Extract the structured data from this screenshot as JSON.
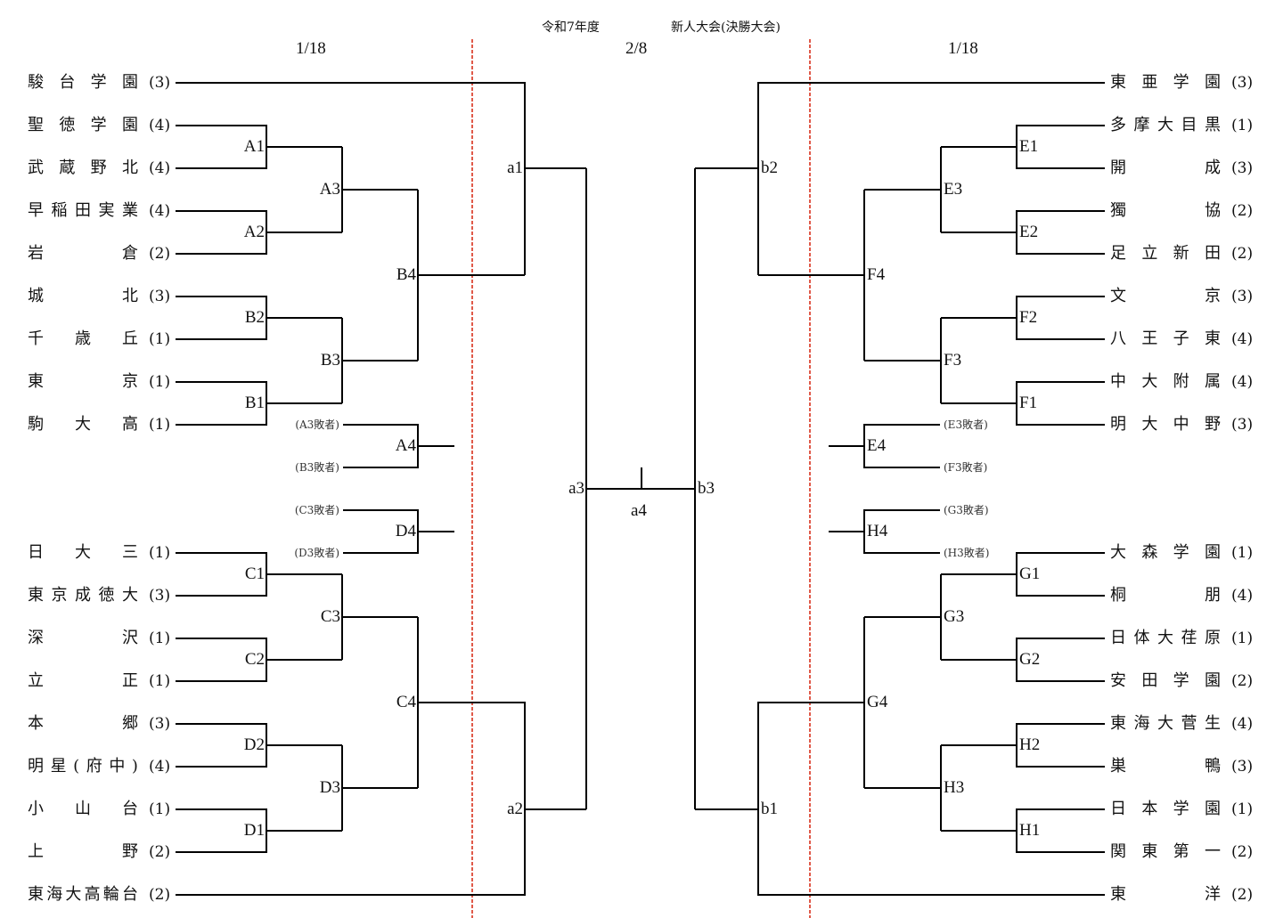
{
  "header": {
    "year": "令和7年度",
    "title": "新人大会(決勝大会)",
    "date_left": "1/18",
    "date_center": "2/8",
    "date_right": "1/18"
  },
  "colors": {
    "line": "#000000",
    "divider": "#d9301c"
  },
  "left_teams_top": [
    {
      "name": "駿台学園",
      "seed": "(3)"
    },
    {
      "name": "聖徳学園",
      "seed": "(4)"
    },
    {
      "name": "武蔵野北",
      "seed": "(4)"
    },
    {
      "name": "早稲田実業",
      "seed": "(4)"
    },
    {
      "name": "岩倉",
      "seed": "(2)"
    },
    {
      "name": "城北",
      "seed": "(3)"
    },
    {
      "name": "千歳丘",
      "seed": "(1)"
    },
    {
      "name": "東京",
      "seed": "(1)"
    },
    {
      "name": "駒大高",
      "seed": "(1)"
    }
  ],
  "left_teams_bottom": [
    {
      "name": "日大三",
      "seed": "(1)"
    },
    {
      "name": "東京成徳大",
      "seed": "(3)"
    },
    {
      "name": "深沢",
      "seed": "(1)"
    },
    {
      "name": "立正",
      "seed": "(1)"
    },
    {
      "name": "本郷",
      "seed": "(3)"
    },
    {
      "name": "明星(府中)",
      "seed": "(4)"
    },
    {
      "name": "小山台",
      "seed": "(1)"
    },
    {
      "name": "上野",
      "seed": "(2)"
    },
    {
      "name": "東海大高輪台",
      "seed": "(2)"
    }
  ],
  "right_teams_top": [
    {
      "name": "東亜学園",
      "seed": "(3)"
    },
    {
      "name": "多摩大目黒",
      "seed": "(1)"
    },
    {
      "name": "開成",
      "seed": "(3)"
    },
    {
      "name": "獨協",
      "seed": "(2)"
    },
    {
      "name": "足立新田",
      "seed": "(2)"
    },
    {
      "name": "文京",
      "seed": "(3)"
    },
    {
      "name": "八王子東",
      "seed": "(4)"
    },
    {
      "name": "中大附属",
      "seed": "(4)"
    },
    {
      "name": "明大中野",
      "seed": "(3)"
    }
  ],
  "right_teams_bottom": [
    {
      "name": "大森学園",
      "seed": "(1)"
    },
    {
      "name": "桐朋",
      "seed": "(4)"
    },
    {
      "name": "日体大荏原",
      "seed": "(1)"
    },
    {
      "name": "安田学園",
      "seed": "(2)"
    },
    {
      "name": "東海大菅生",
      "seed": "(4)"
    },
    {
      "name": "巣鴨",
      "seed": "(3)"
    },
    {
      "name": "日本学園",
      "seed": "(1)"
    },
    {
      "name": "関東第一",
      "seed": "(2)"
    },
    {
      "name": "東洋",
      "seed": "(2)"
    }
  ],
  "losers": {
    "A3": "(A3敗者)",
    "B3": "(B3敗者)",
    "C3": "(C3敗者)",
    "D3": "(D3敗者)",
    "E3": "(E3敗者)",
    "F3": "(F3敗者)",
    "G3": "(G3敗者)",
    "H3": "(H3敗者)"
  },
  "nodes": {
    "A1": "A1",
    "A2": "A2",
    "A3": "A3",
    "A4": "A4",
    "B1": "B1",
    "B2": "B2",
    "B3": "B3",
    "B4": "B4",
    "C1": "C1",
    "C2": "C2",
    "C3": "C3",
    "C4": "C4",
    "D1": "D1",
    "D2": "D2",
    "D3": "D3",
    "D4": "D4",
    "E1": "E1",
    "E2": "E2",
    "E3": "E3",
    "E4": "E4",
    "F1": "F1",
    "F2": "F2",
    "F3": "F3",
    "F4": "F4",
    "G1": "G1",
    "G2": "G2",
    "G3": "G3",
    "G4": "G4",
    "H1": "H1",
    "H2": "H2",
    "H3": "H3",
    "H4": "H4",
    "a1": "a1",
    "a2": "a2",
    "a3": "a3",
    "a4": "a4",
    "b1": "b1",
    "b2": "b2",
    "b3": "b3"
  }
}
